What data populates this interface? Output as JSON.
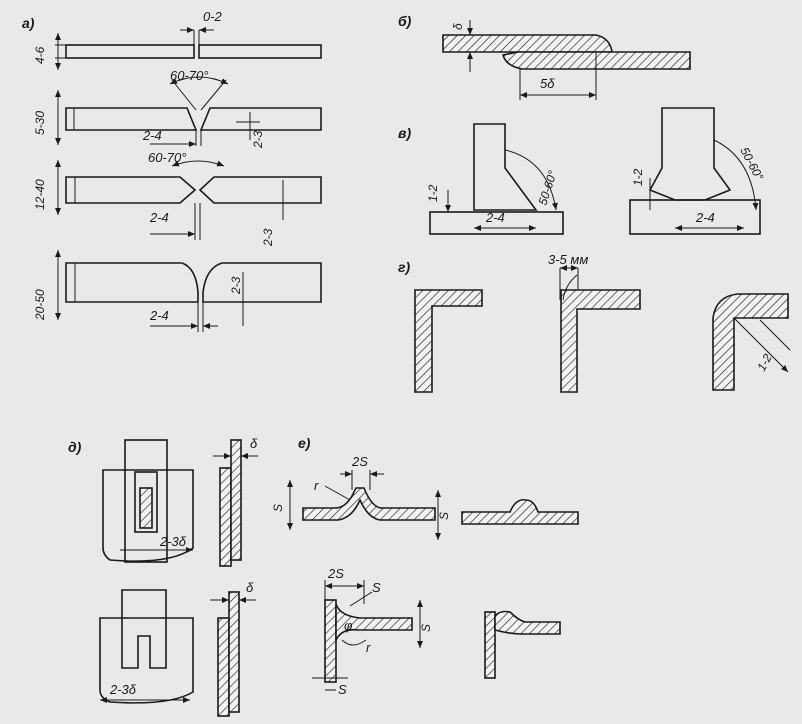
{
  "sections": {
    "a": "а)",
    "b": "б)",
    "v": "в)",
    "g": "г)",
    "d": "д)",
    "e": "е)"
  },
  "panel_a": {
    "row1": {
      "thickness": "4-6",
      "gap": "0-2"
    },
    "row2": {
      "thickness": "5-30",
      "angle": "60-70°",
      "root_gap": "2-4",
      "root_face": "2-3"
    },
    "row3": {
      "thickness": "12-40",
      "angle": "60-70°",
      "root_gap": "2-4",
      "root_face": "2-3"
    },
    "row4": {
      "thickness": "20-50",
      "root_gap": "2-4",
      "root_face": "2-3"
    }
  },
  "panel_b": {
    "thickness": "δ",
    "overlap": "5δ"
  },
  "panel_v": {
    "left": {
      "angle": "50-60°",
      "root_face": "1-2",
      "root_gap": "2-4"
    },
    "right": {
      "angle": "50-60°",
      "root_face": "1-2",
      "root_gap": "2-4"
    }
  },
  "panel_g": {
    "size": "3-5 мм",
    "chamfer": "1-2"
  },
  "panel_d": {
    "top": {
      "thickness": "δ",
      "overlap": "2-3δ"
    },
    "bottom": {
      "thickness": "δ",
      "overlap": "2-3δ"
    }
  },
  "panel_e": {
    "top": {
      "width": "2S",
      "radius": "r",
      "thickness": "S",
      "height": "S"
    },
    "bottom": {
      "width": "2S",
      "thickness_top": "S",
      "thickness_side": "S",
      "radius": "r",
      "height": "S",
      "angle": "φ"
    }
  }
}
